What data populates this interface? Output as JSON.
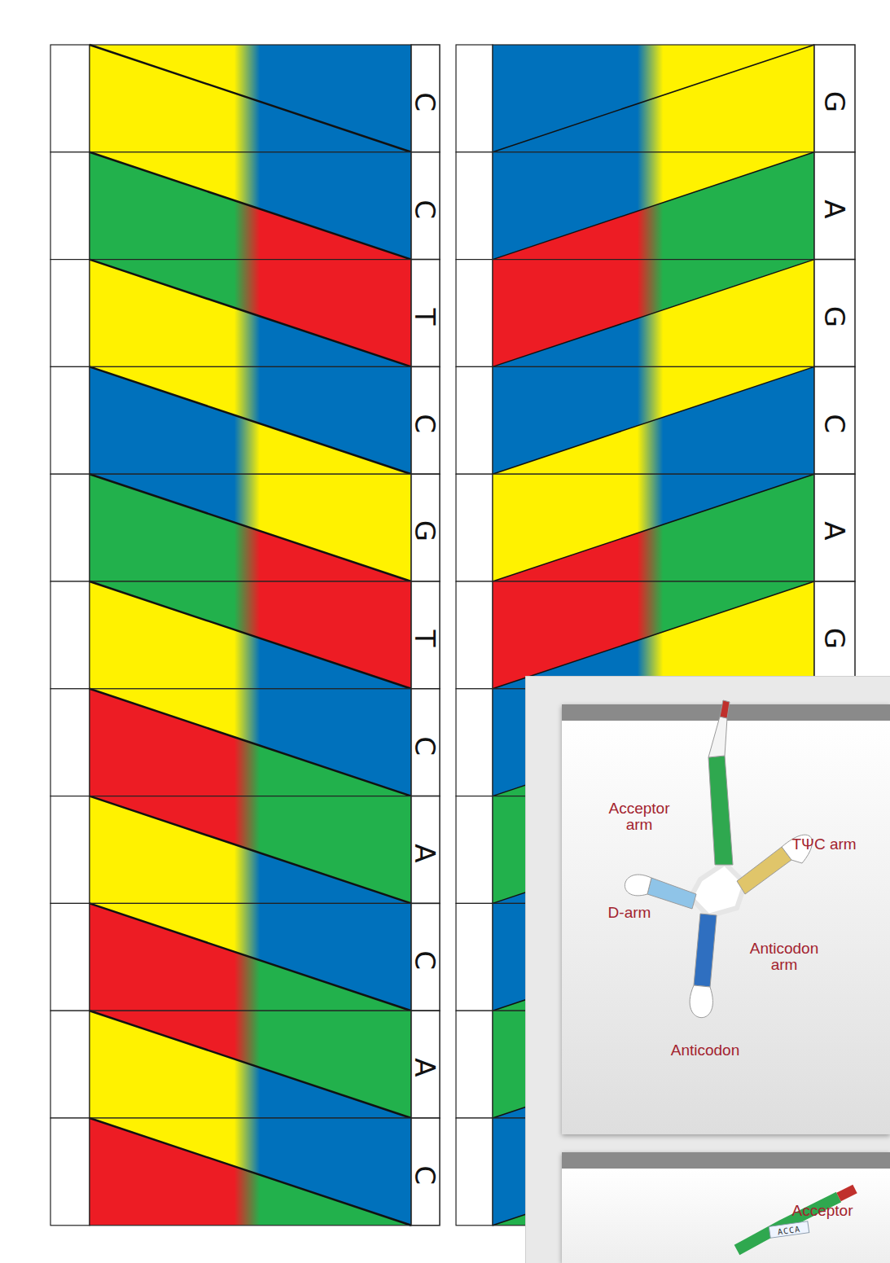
{
  "diagram": {
    "labels": [
      "C",
      "C",
      "T",
      "C",
      "G",
      "T",
      "C",
      "A",
      "C",
      "A",
      "C",
      "G",
      "A",
      "G",
      "C",
      "A",
      "G",
      "Acceptor arm",
      "TΨC arm",
      "D-arm",
      "Anticodon arm",
      "Anticodon",
      "Acceptor",
      "ACCA"
    ]
  }
}
